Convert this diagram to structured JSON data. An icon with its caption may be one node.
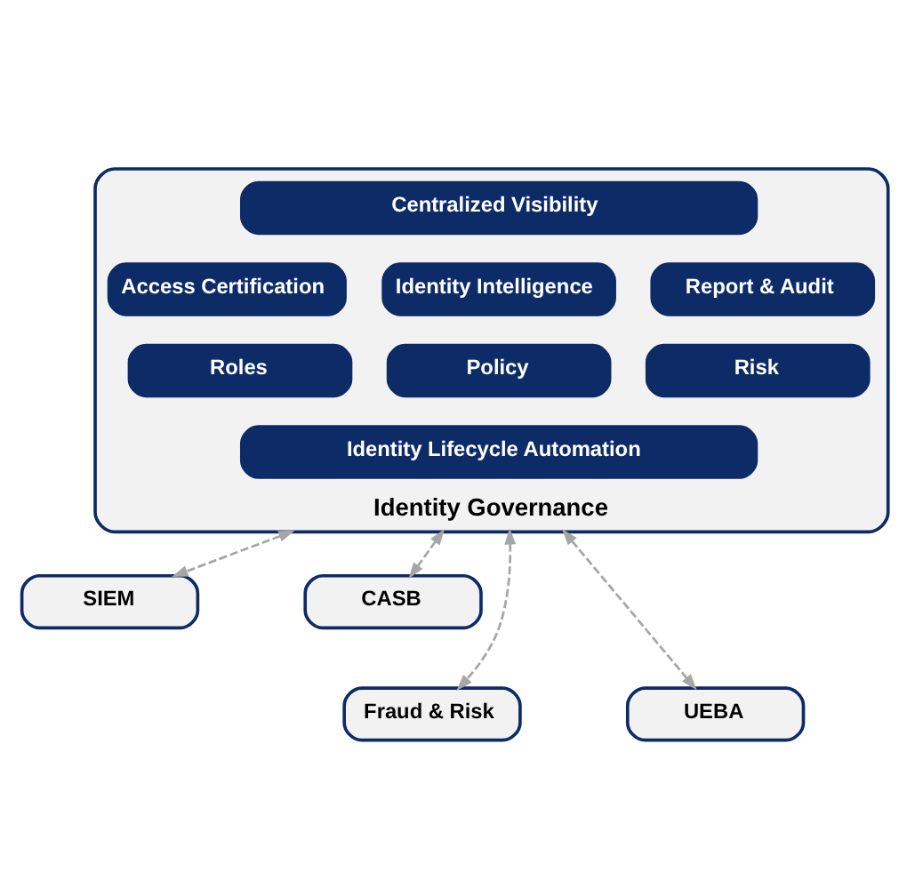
{
  "diagram": {
    "nodes": [
      {
        "text": [
          "Identity Governance"
        ]
      },
      {
        "text": [
          "Centralized Visibility"
        ],
        "in": 0
      },
      {
        "text": [
          "Access Certification"
        ],
        "in": 0
      },
      {
        "text": [
          "Identity Intelligence"
        ],
        "in": 0
      },
      {
        "text": [
          "Report & Audit"
        ],
        "in": 0
      },
      {
        "text": [
          "Roles"
        ],
        "in": 0
      },
      {
        "text": [
          "Policy"
        ],
        "in": 0
      },
      {
        "text": [
          "Risk"
        ],
        "in": 0
      },
      {
        "text": [
          "Identity Lifecycle Automation"
        ],
        "in": 0
      },
      {
        "text": [
          "SIEM"
        ]
      },
      {
        "text": [
          "CASB"
        ]
      },
      {
        "text": [
          "Fraud & Risk"
        ]
      },
      {
        "text": [
          "UEBA"
        ]
      }
    ],
    "edges": [
      {
        "from": 0,
        "to": 11,
        "arrow": "both",
        "style": "dashed"
      },
      {
        "from": 0,
        "to": 9,
        "arrow": "both",
        "style": "dashed"
      },
      {
        "from": 0,
        "to": 12,
        "arrow": "both",
        "style": "dashed"
      },
      {
        "from": 0,
        "to": 10,
        "arrow": "both",
        "style": "dashed"
      }
    ]
  }
}
